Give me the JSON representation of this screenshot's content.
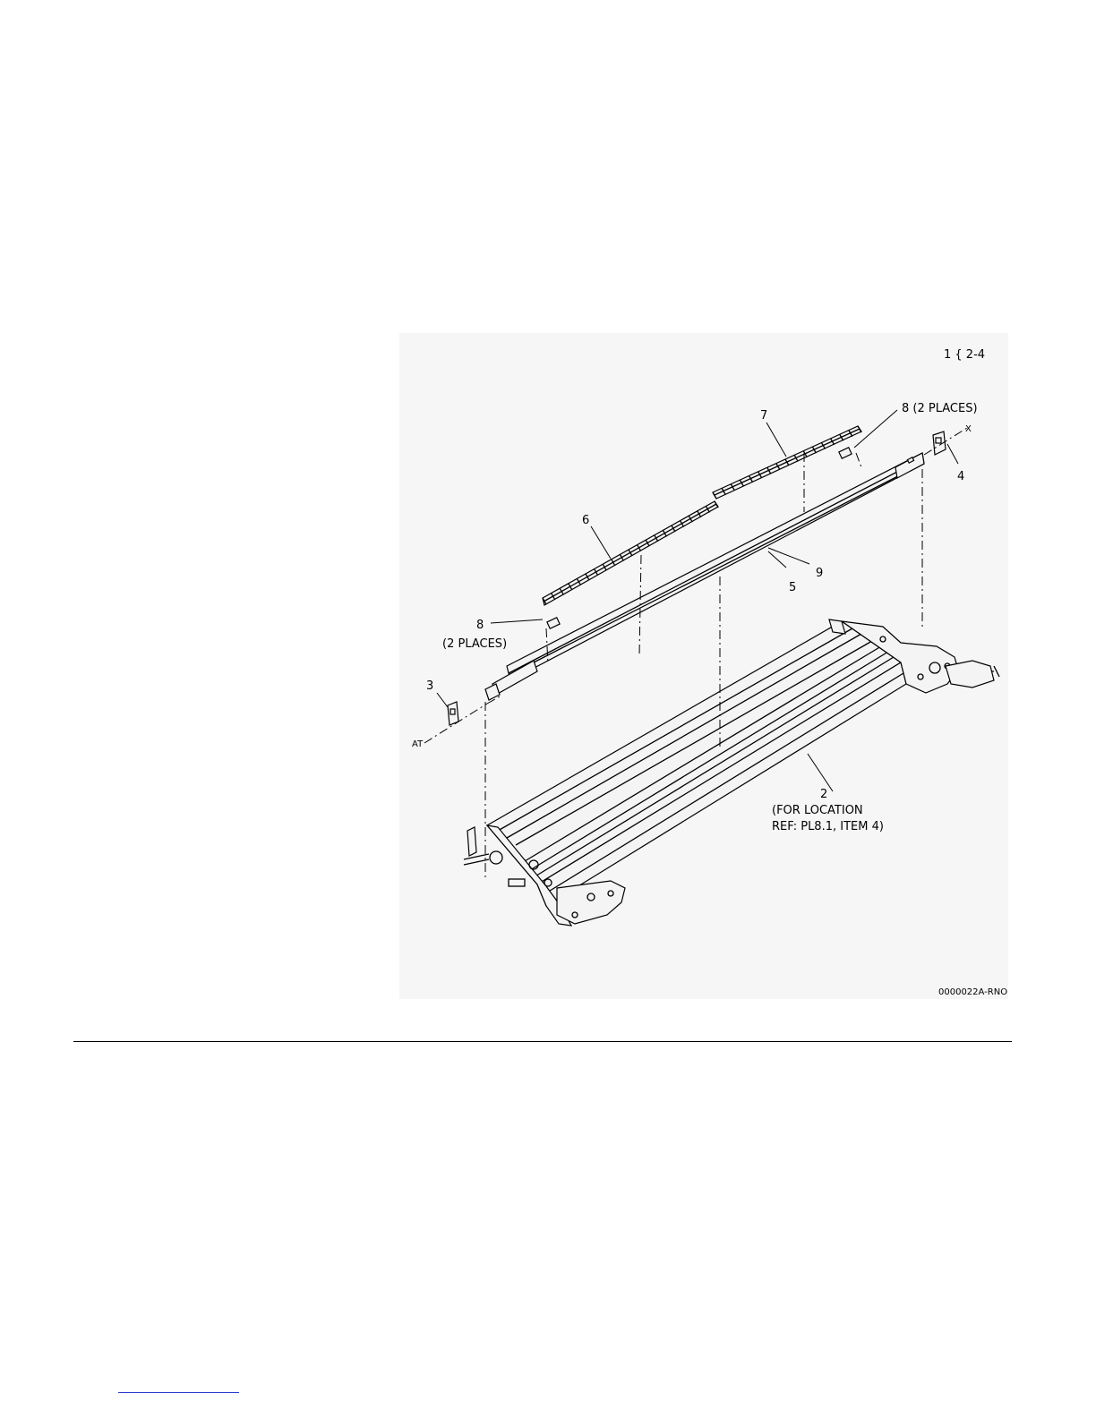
{
  "figure": {
    "header": "1 { 2-4",
    "figure_id": "0000022A-RNO",
    "callouts": {
      "c2": "2",
      "c2_note_1": "(FOR LOCATION",
      "c2_note_2": "REF: PL8.1, ITEM 4)",
      "c3": "3",
      "c4": "4",
      "c5": "5",
      "c6": "6",
      "c7": "7",
      "c8_top": "8 (2 PLACES)",
      "c8_left": "8",
      "c8_left_note": "(2 PLACES)",
      "c9": "9",
      "at": "AT",
      "x": "X"
    }
  }
}
